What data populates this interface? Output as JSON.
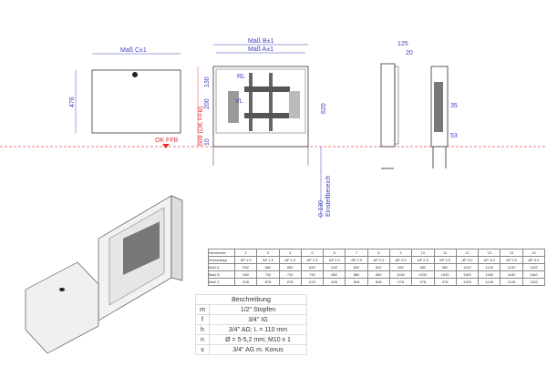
{
  "labels": {
    "mass_c": "Maß C±1",
    "mass_b": "Maß B±1",
    "mass_a": "Maß A±1",
    "h476": "476",
    "h609": "609 (OK FFB)",
    "ok_ffb": "OK FFB",
    "d130": "130",
    "d200": "200",
    "d10": "10",
    "d620": "620",
    "rl": "RL",
    "vl": "VL",
    "adj": "0-130",
    "adj_label": "Einstellbereich",
    "s125": "125",
    "s20": "20",
    "s35": "35",
    "s53": "53"
  },
  "spec_table": {
    "header": [
      "Heizkreise",
      "2",
      "3",
      "4",
      "5",
      "6",
      "7",
      "8",
      "9",
      "10",
      "11",
      "12",
      "13",
      "14",
      "15"
    ],
    "rows": [
      [
        "Schranktyp",
        "AP 1.0",
        "AP 1.5",
        "AP 1.5",
        "AP 1.5",
        "AP 2.0",
        "AP 2.0",
        "AP 2.0",
        "AP 2.5",
        "AP 2.5",
        "AP 2.5",
        "AP 3.0",
        "AP 3.0",
        "AP 3.0",
        "AP 3.0"
      ],
      [
        "Maß A",
        "532",
        "682",
        "682",
        "682",
        "832",
        "832",
        "832",
        "982",
        "982",
        "982",
        "1132",
        "1132",
        "1132",
        "1132"
      ],
      [
        "Maß B",
        "582",
        "732",
        "732",
        "732",
        "882",
        "882",
        "882",
        "1032",
        "1032",
        "1032",
        "1182",
        "1182",
        "1182",
        "1182"
      ],
      [
        "Maß C",
        "528",
        "678",
        "678",
        "678",
        "828",
        "828",
        "828",
        "978",
        "978",
        "978",
        "1128",
        "1128",
        "1128",
        "1128"
      ]
    ]
  },
  "description": {
    "title": "Beschreibung",
    "rows": [
      [
        "m",
        "1/2\" Stopfen"
      ],
      [
        "f",
        "3/4\" IG"
      ],
      [
        "h",
        "3/4\" AG; L = 110 mm"
      ],
      [
        "n",
        "Ø = 5-5,2 mm; M10 x 1"
      ],
      [
        "s",
        "3/4\" AG m. Konus"
      ]
    ]
  }
}
